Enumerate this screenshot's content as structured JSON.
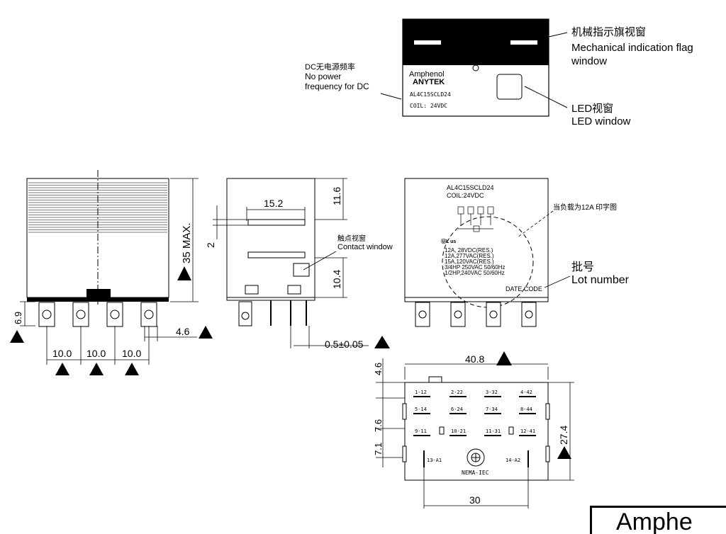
{
  "label_top": {
    "brand_line1": "Amphenol",
    "brand_line2": "ANYTEK",
    "model": "AL4C15SCLD24",
    "coil": "COIL:  24VDC",
    "callout_flag_cn": "机械指示旗视窗",
    "callout_flag_en1": "Mechanical indication flag",
    "callout_flag_en2": "window",
    "callout_led_cn": "LED视窗",
    "callout_led_en": "LED window",
    "callout_dc_cn": "DC无电源频率",
    "callout_dc_en1": "No power",
    "callout_dc_en2": "frequency for DC"
  },
  "side_view": {
    "height": "35 MAX.",
    "pin_len": "6.9",
    "pin_width": "4.6",
    "pitch": [
      "10.0",
      "10.0",
      "10.0"
    ]
  },
  "front_view": {
    "width": "15.2",
    "top_dim": "11.6",
    "gap": "2",
    "window_h": "10.4",
    "contact_cn": "触点视窗",
    "contact_en": "Contact window",
    "pin_thk": "0.5±0.05"
  },
  "rear_view": {
    "model": "AL4C15SCLD24",
    "coil": "COIL:24VDC",
    "ratings": [
      "12A, 28VDC(RES.)",
      "12A,277VAC(RES.)",
      "15A,120VAC(RES.)",
      "3/4HP 250VAC 50/60Hz",
      "1/2HP,240VAC 50/60Hz"
    ],
    "date_code": "DATE CODE",
    "print_note": "当负载为12A 印字图",
    "lot_cn": "批号",
    "lot_en": "Lot number"
  },
  "bottom_view": {
    "width": "40.8",
    "depth": "27.4",
    "pin_span": "30",
    "dim_a": "4.6",
    "dim_b": "7.6",
    "dim_c": "7.1",
    "pins": [
      "1-12",
      "2-22",
      "3-32",
      "4-42",
      "5-14",
      "6-24",
      "7-34",
      "8-44",
      "9-11",
      "10-21",
      "11-31",
      "12-41",
      "13-A1",
      "14-A2"
    ],
    "socket": "NEMA-IEC"
  },
  "footer_brand": "Amphe"
}
